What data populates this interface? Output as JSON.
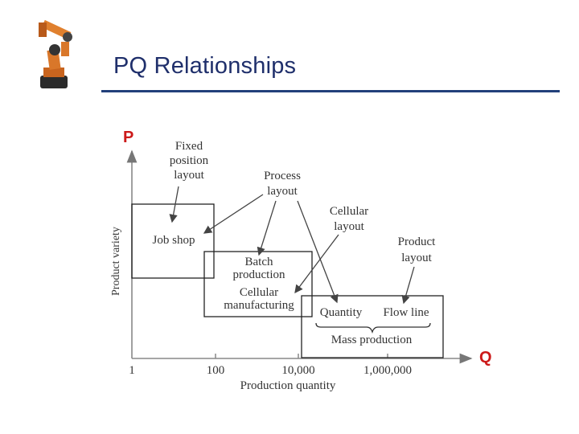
{
  "title": "PQ Relationships",
  "axes": {
    "y_letter": "P",
    "x_letter": "Q",
    "y_label": "Product variety",
    "x_label": "Production quantity",
    "x_ticks": [
      "1",
      "100",
      "10,000",
      "1,000,000"
    ]
  },
  "labels": {
    "fixed_position": [
      "Fixed",
      "position",
      "layout"
    ],
    "process_layout": [
      "Process",
      "layout"
    ],
    "cellular_layout": [
      "Cellular",
      "layout"
    ],
    "product_layout": [
      "Product",
      "layout"
    ],
    "job_shop": "Job shop",
    "batch_production": [
      "Batch",
      "production"
    ],
    "cellular_manufacturing": [
      "Cellular",
      "manufacturing"
    ],
    "quantity": "Quantity",
    "flow_line": "Flow line",
    "mass_production": "Mass production"
  },
  "colors": {
    "title": "#1f2f6b",
    "rule": "#22407a",
    "letters": "#cc1a1a"
  }
}
